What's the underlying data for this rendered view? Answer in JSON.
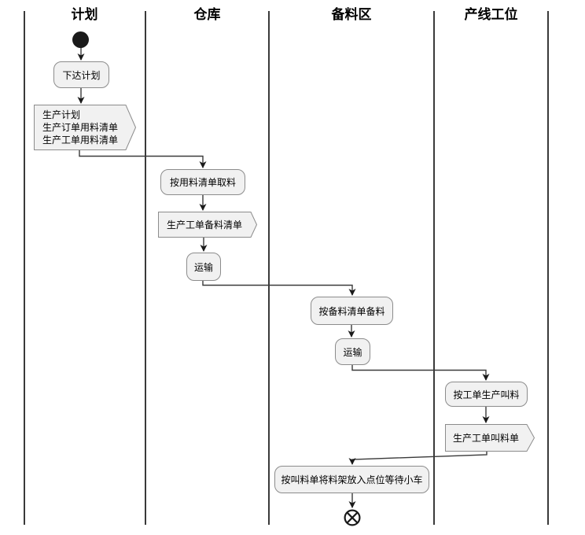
{
  "lanes": {
    "plan": {
      "label": "计划"
    },
    "warehouse": {
      "label": "仓库"
    },
    "staging": {
      "label": "备料区"
    },
    "line_station": {
      "label": "产线工位"
    }
  },
  "nodes": {
    "issue_plan": {
      "label": "下达计划"
    },
    "plan_output": {
      "line1": "生产计划",
      "line2": "生产订单用料清单",
      "line3": "生产工单用料清单"
    },
    "pick_by_list": {
      "label": "按用料清单取料"
    },
    "prep_list_doc": {
      "label": "生产工单备料清单"
    },
    "transport_1": {
      "label": "运输"
    },
    "prep_by_list": {
      "label": "按备料清单备料"
    },
    "transport_2": {
      "label": "运输"
    },
    "call_by_workorder": {
      "label": "按工单生产叫料"
    },
    "call_list_doc": {
      "label": "生产工单叫料单"
    },
    "place_rack_wait": {
      "label": "按叫料单将料架放入点位等待小车"
    }
  },
  "colors": {
    "node_fill": "#f1f1f1",
    "node_border": "#8c8c8c",
    "edge": "#3a3a3a",
    "lane_line": "#3a3a3a",
    "start_node": "#1a1a1a",
    "background": "#ffffff"
  }
}
